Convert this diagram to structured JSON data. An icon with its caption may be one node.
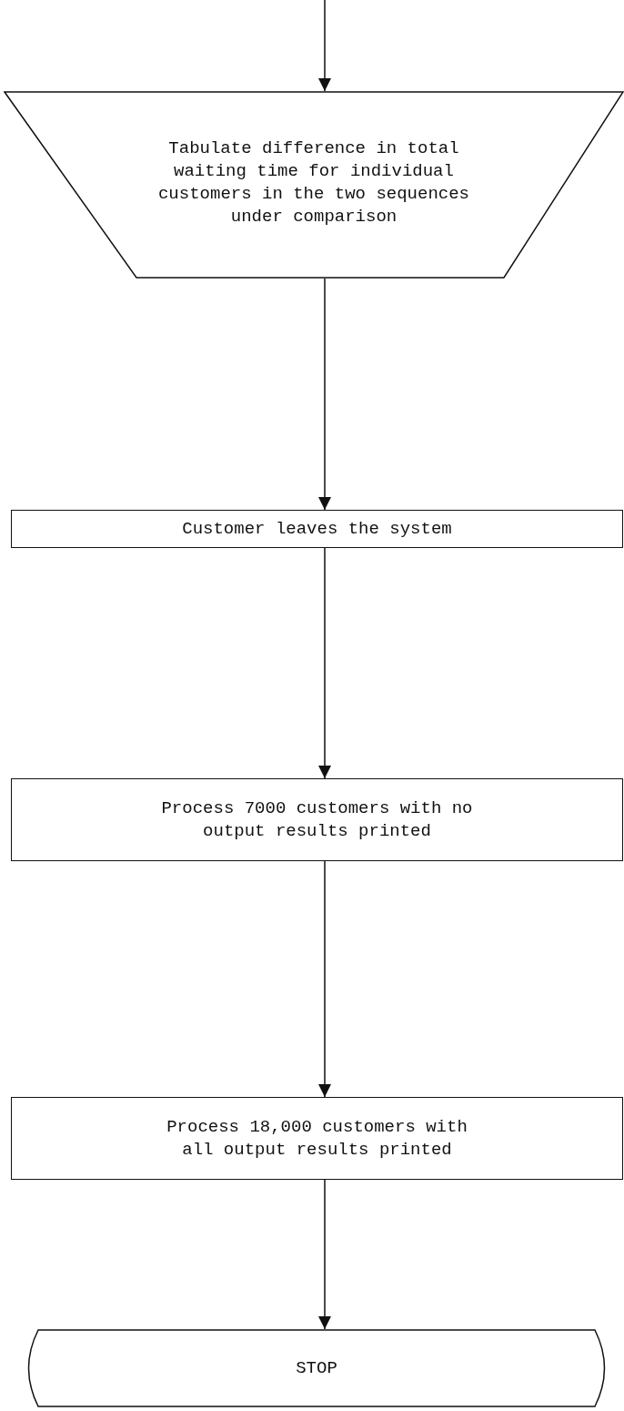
{
  "diagram": {
    "nodes": [
      {
        "text": [
          "Tabulate difference in total waiting time for individual customers in the two sequences under comparison"
        ]
      },
      {
        "text": [
          "Customer leaves the system"
        ]
      },
      {
        "text": [
          "Process 7000 customers with no output results printed"
        ]
      },
      {
        "text": [
          "Process 18,000 customers with all output results printed"
        ]
      },
      {
        "text": [
          "STOP"
        ]
      }
    ],
    "edges": [
      {
        "from": null,
        "to": 0,
        "arrow": "to"
      },
      {
        "from": 0,
        "to": 1,
        "arrow": "to"
      },
      {
        "from": 1,
        "to": 2,
        "arrow": "to"
      },
      {
        "from": 2,
        "to": 3,
        "arrow": "to"
      },
      {
        "from": 3,
        "to": 4,
        "arrow": "to"
      }
    ]
  }
}
